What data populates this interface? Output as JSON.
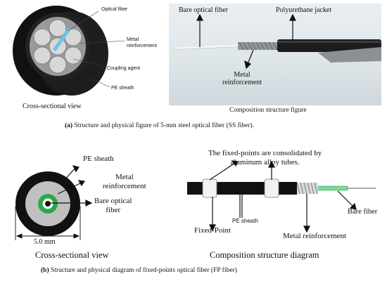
{
  "panel_a": {
    "cross_section": {
      "labels": {
        "optical_fiber": "Optical fiber",
        "metal_reinforcement_line1": "Metal",
        "metal_reinforcement_line2": "reinforcement",
        "coupling_agent": "Coupling agent",
        "pe_sheath": "PE sheath"
      },
      "title": "Cross-sectional view"
    },
    "photo": {
      "labels": {
        "bare_optical_fiber": "Bare optical fiber",
        "polyurethane_jacket": "Polyurethane jacket",
        "metal_reinforcement_line1": "Metal",
        "metal_reinforcement_line2": "reinforcement"
      },
      "title": "Composition structure figure"
    },
    "caption_letter": "(a)",
    "caption_text": " Structure and physical figure of 5-mm steel optical fiber (SS fiber)."
  },
  "panel_b": {
    "cross_section": {
      "labels": {
        "pe_sheath": "PE sheath",
        "metal_reinforcement_line1": "Metal",
        "metal_reinforcement_line2": "reinforcement",
        "bare_optical_fiber_line1": "Bare optical",
        "bare_optical_fiber_line2": "fiber",
        "diameter": "5.0 mm"
      },
      "title": "Cross-sectional view"
    },
    "diagram": {
      "labels": {
        "fixed_points_line1": "The fixed-points are consolidated by",
        "fixed_points_line2": "aluminum alloy tubes.",
        "pe_sheath": "PE sheath",
        "fixed_point": "Fixed-Point",
        "bare_fiber": "Bare fiber",
        "metal_reinforcement": "Metal reinforcement"
      },
      "title": "Composition structure diagram"
    },
    "caption_letter": "(b)",
    "caption_text": " Structure and physical diagram of fixed-points optical fiber (FP fiber)"
  },
  "colors": {
    "sheath_black": "#111111",
    "inner_gray": "#b9b9b9",
    "fiber_green": "#2aa84a",
    "fiber_blue": "#6fc3e8",
    "photo_bg": "#e3e9ed"
  }
}
